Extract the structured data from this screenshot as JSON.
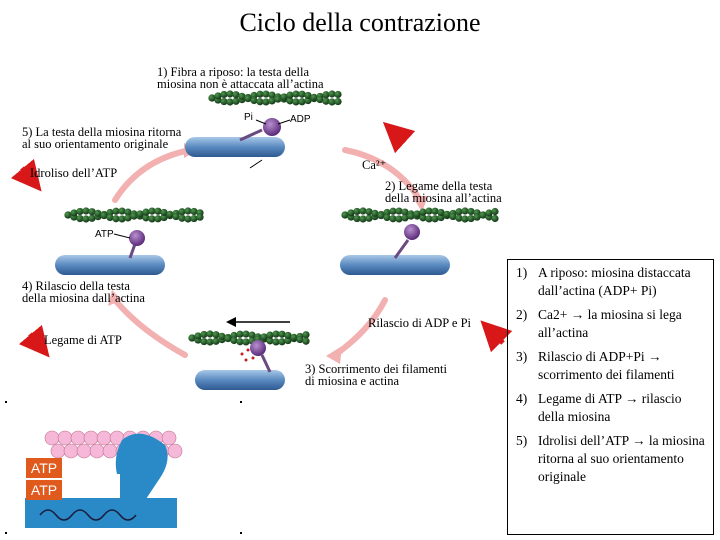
{
  "title": "Ciclo della contrazione",
  "steps": {
    "s1": [
      "1) Fibra a riposo: la testa della",
      "miosina non è attaccata all’actina"
    ],
    "s2": [
      "2) Legame della testa",
      "della miosina all’actina"
    ],
    "s3": [
      "3) Scorrimento dei filamenti",
      "di miosina e actina"
    ],
    "s4": [
      "4) Rilascio della testa",
      "della miosina dall’actina"
    ],
    "s5": [
      "5) La testa della miosina ritorna",
      "al suo orientamento originale"
    ]
  },
  "transitions": {
    "ca": "Ca²⁺",
    "rilascio": "Rilascio di ADP e Pi",
    "legame": "Legame di ATP",
    "idroliso": "Idroliso dell’ATP"
  },
  "molecule_labels": {
    "pi": "Pi",
    "adp": "ADP",
    "atp": "ATP"
  },
  "atp_boxes": [
    "ATP",
    "ATP"
  ],
  "summary": [
    {
      "num": "1)",
      "text": "A riposo: miosina distaccata dall’actina (ADP+ Pi)"
    },
    {
      "num": "2)",
      "text": "Ca2+ → la miosina si lega all’actina"
    },
    {
      "num": "3)",
      "text": "Rilascio di ADP+Pi → scorrimento dei filamenti"
    },
    {
      "num": "4)",
      "text": "Legame di ATP → rilascio della miosina"
    },
    {
      "num": "5)",
      "text": "Idrolisi dell’ATP → la miosina ritorna al suo orientamento originale"
    }
  ],
  "colors": {
    "actin": "#1f4a22",
    "actin_highlight": "#3f8a3f",
    "myosin_filament": "#6a9ac8",
    "myosin_head": "#7a4a90",
    "cycle_arrow": "#f2b0b0",
    "red_arrow": "#d81818",
    "atp_box": "#e05a1e",
    "lower_actin": "#f6b8d8",
    "lower_myosin": "#2a8ac8"
  }
}
